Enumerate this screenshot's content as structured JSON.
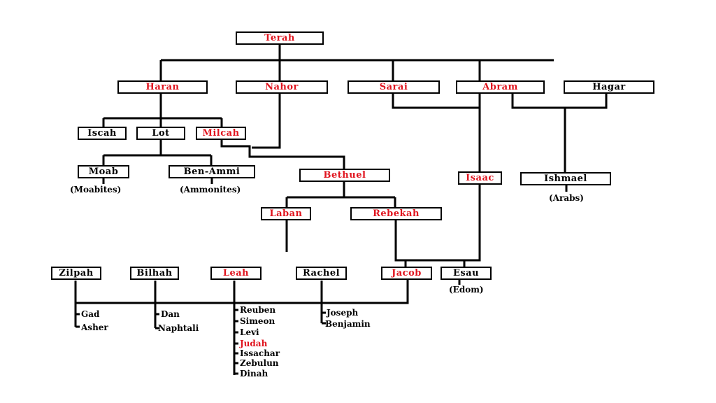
{
  "colors": {
    "lineage": "#e0141e",
    "other": "#000000",
    "lines": "#000000"
  },
  "people": {
    "terah": "Terah",
    "haran": "Haran",
    "nahor": "Nahor",
    "sarai": "Sarai",
    "abram": "Abram",
    "hagar": "Hagar",
    "iscah": "Iscah",
    "lot": "Lot",
    "milcah": "Milcah",
    "moab": "Moab",
    "ben_ammi": "Ben-Ammi",
    "bethuel": "Bethuel",
    "isaac": "Isaac",
    "ishmael": "Ishmael",
    "laban": "Laban",
    "rebekah": "Rebekah",
    "zilpah": "Zilpah",
    "bilhah": "Bilhah",
    "leah": "Leah",
    "rachel": "Rachel",
    "jacob": "Jacob",
    "esau": "Esau"
  },
  "nations": {
    "moabites": "(Moabites)",
    "ammonites": "(Ammonites)",
    "arabs": "(Arabs)",
    "edom": "(Edom)"
  },
  "sons": {
    "zilpah": [
      "Gad",
      "Asher"
    ],
    "bilhah": [
      "Dan",
      "Naphtali"
    ],
    "leah": [
      "Reuben",
      "Simeon",
      "Levi",
      "Judah",
      "Issachar",
      "Zebulun",
      "Dinah"
    ],
    "rachel": [
      "Joseph",
      "Benjamin"
    ]
  }
}
